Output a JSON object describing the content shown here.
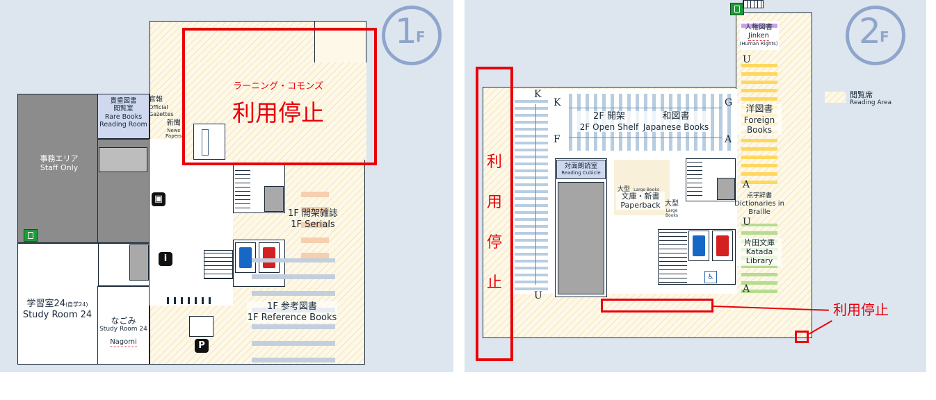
{
  "floor1": {
    "badge_num": "1",
    "badge_unit": "F",
    "learning_commons": "ラーニング・コモンズ",
    "suspended": "利用停止",
    "rare_books_jp": "貴重図書\n閲覧室",
    "rare_books_en": "Rare Books\nReading Room",
    "gazettes_jp": "官報",
    "gazettes_en": "Official\nGazettes",
    "newspapers_jp": "新聞",
    "newspapers_en": "News\nPapers",
    "staff_jp": "事務エリア",
    "staff_en": "Staff Only",
    "study24_jp": "学習室24",
    "study24_note": "(自学24)",
    "study24_en": "Study Room 24",
    "nagomi_jp": "なごみ",
    "nagomi_room_en": "Study Room 24",
    "nagomi_en": "Nagomi",
    "serials_jp": "1F 開架雑誌",
    "serials_en": "1F Serials",
    "reference_jp": "1F 参考図書",
    "reference_en": "1F Reference Books",
    "info_icon": "i",
    "parking_icon": "P"
  },
  "floor2": {
    "badge_num": "2",
    "badge_unit": "F",
    "suspended_vertical": [
      "利",
      "用",
      "停",
      "止"
    ],
    "suspended_label": "利用停止",
    "openshelf_jp": "2F 開架",
    "openshelf_en": "2F Open Shelf",
    "japanese_books_jp": "和図書",
    "japanese_books_en": "Japanese Books",
    "jinken_jp": "人権図書",
    "jinken_en": "Jinken",
    "jinken_note": "(Human Rights)",
    "foreign_jp": "洋図書",
    "foreign_en": "Foreign\nBooks",
    "braille_jp": "点字辞書",
    "braille_en": "Dictionaries in\nBraille",
    "katada_jp": "片田文庫",
    "katada_en": "Katada\nLibrary",
    "cubicle_jp": "対面朗読室",
    "cubicle_en": "Reading Cubicle",
    "large_jp": "大型",
    "large_en": "Large Books",
    "large_en2": "Large\nBooks",
    "paperback_jp": "文庫・新書",
    "paperback_en": "Paperback",
    "letters": [
      "K",
      "K",
      "G",
      "F",
      "A",
      "U",
      "U",
      "A",
      "U",
      "A"
    ],
    "legend_jp": "閲覧席",
    "legend_en": "Reading Area"
  }
}
